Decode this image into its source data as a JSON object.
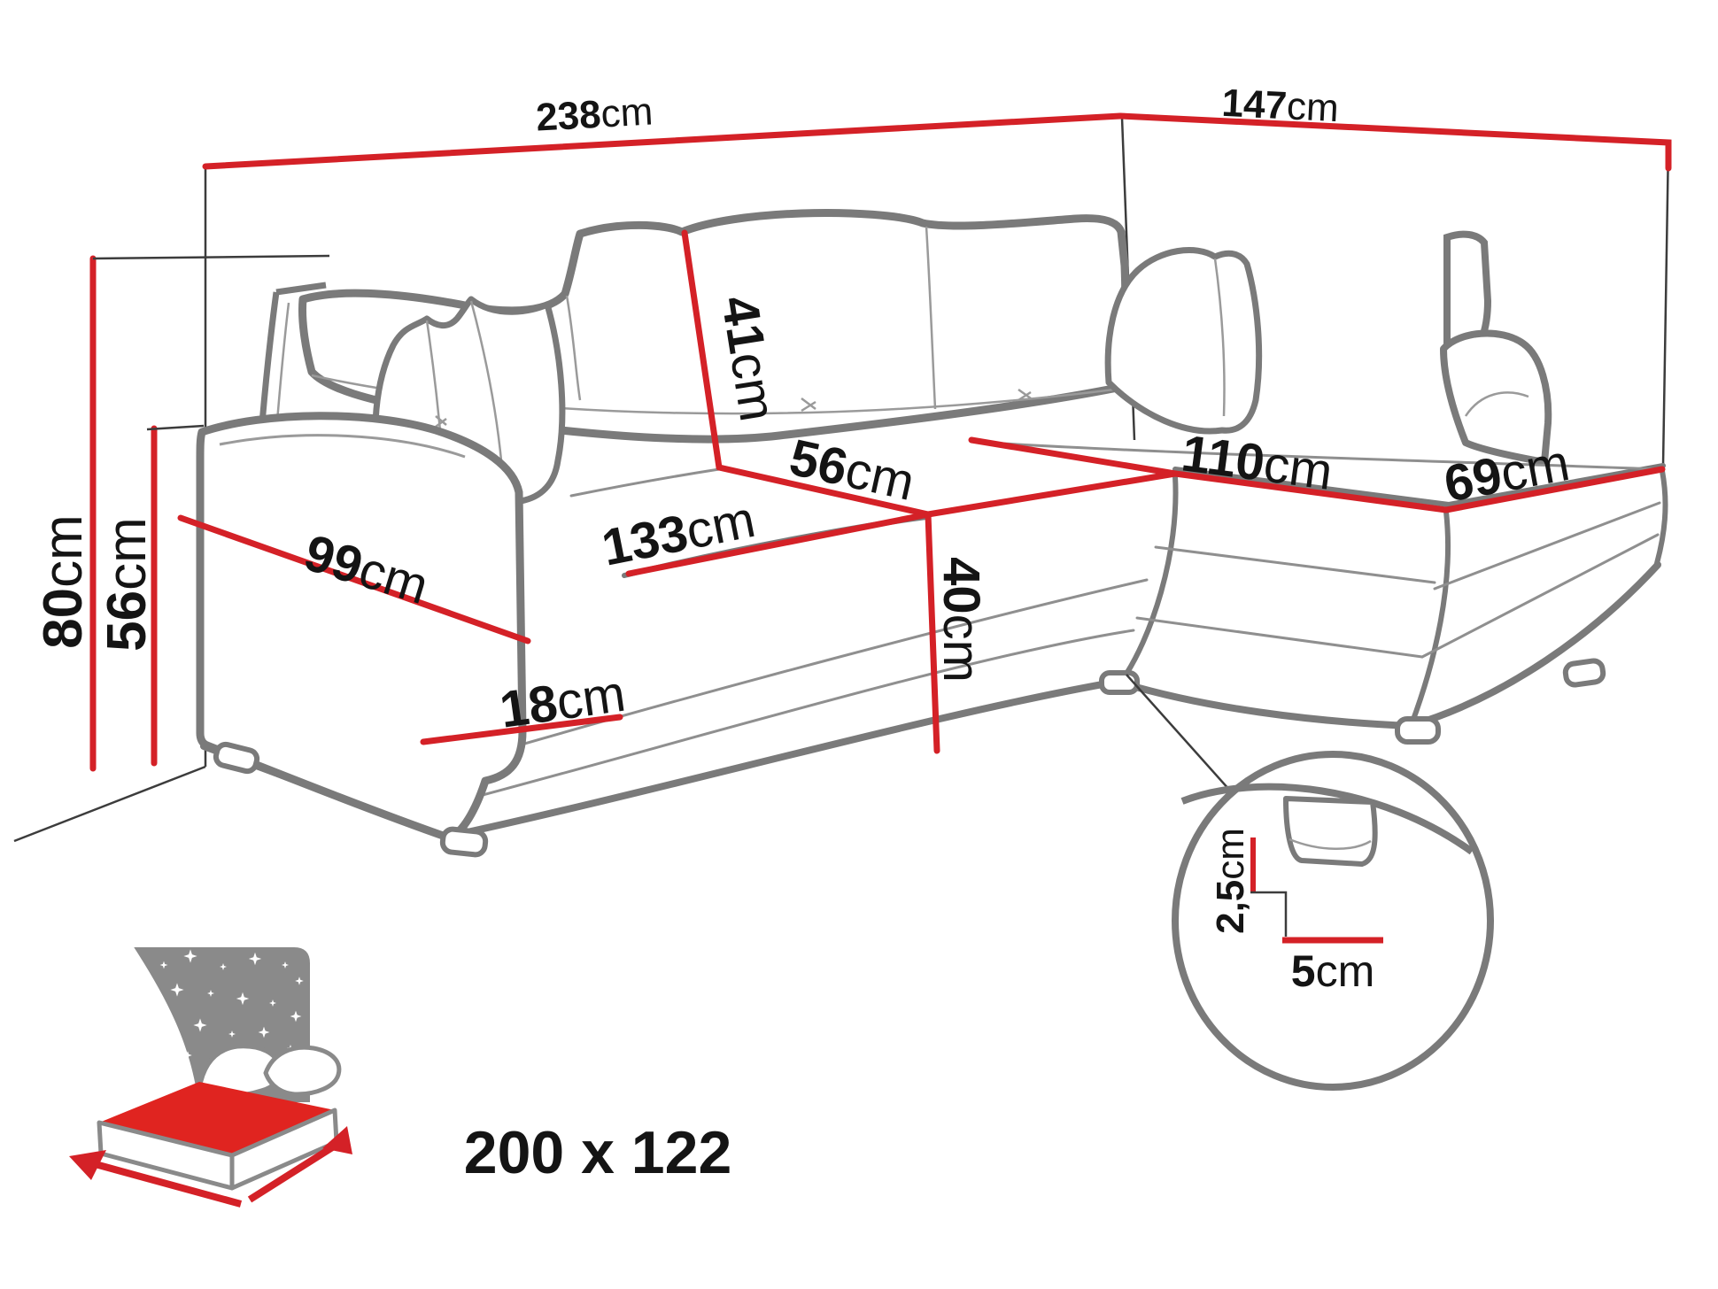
{
  "title": "Corner sofa dimension diagram",
  "colors": {
    "dimension_red": "#d42127",
    "sofa_outline_gray": "#7a7a7a",
    "wall_line_dark": "#3c3c3c",
    "muted_text_gray": "#9a9a9a",
    "bed_mattress_red": "#e02420"
  },
  "dims": {
    "back_width": {
      "value": "238",
      "unit": "cm"
    },
    "side_depth": {
      "value": "147",
      "unit": "cm"
    },
    "total_height": {
      "value": "80",
      "unit": "cm"
    },
    "backrest_height": {
      "value": "56",
      "unit": "cm"
    },
    "back_cushion": {
      "value": "41",
      "unit": "cm"
    },
    "seat_depth": {
      "value": "56",
      "unit": "cm"
    },
    "seat_width": {
      "value": "133",
      "unit": "cm"
    },
    "chaise_length": {
      "value": "110",
      "unit": "cm"
    },
    "chaise_width": {
      "value": "69",
      "unit": "cm"
    },
    "armrest_slope": {
      "value": "99",
      "unit": "cm"
    },
    "armrest_width": {
      "value": "18",
      "unit": "cm"
    },
    "seat_height": {
      "value": "40",
      "unit": "cm"
    },
    "leg_height": {
      "value": "2,5",
      "unit": "cm"
    },
    "leg_width": {
      "value": "5",
      "unit": "cm"
    }
  },
  "sleeping_area": {
    "size_label": "200 x 122"
  }
}
